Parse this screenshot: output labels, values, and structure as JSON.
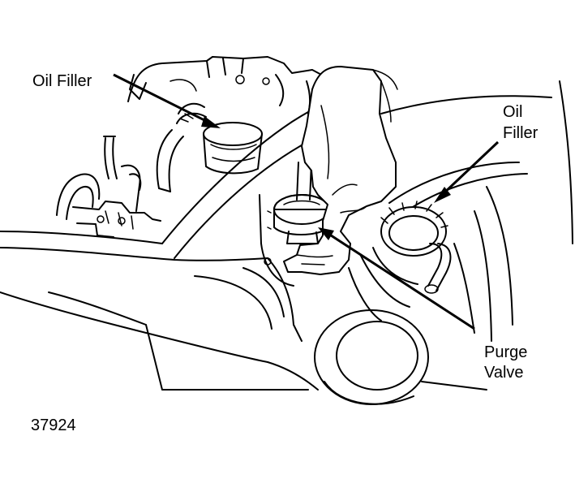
{
  "labels": {
    "oil_filler_left": "Oil Filler",
    "oil_filler_right_line1": "Oil",
    "oil_filler_right_line2": "Filler",
    "purge_valve_line1": "Purge",
    "purge_valve_line2": "Valve",
    "figure_number": "37924"
  }
}
